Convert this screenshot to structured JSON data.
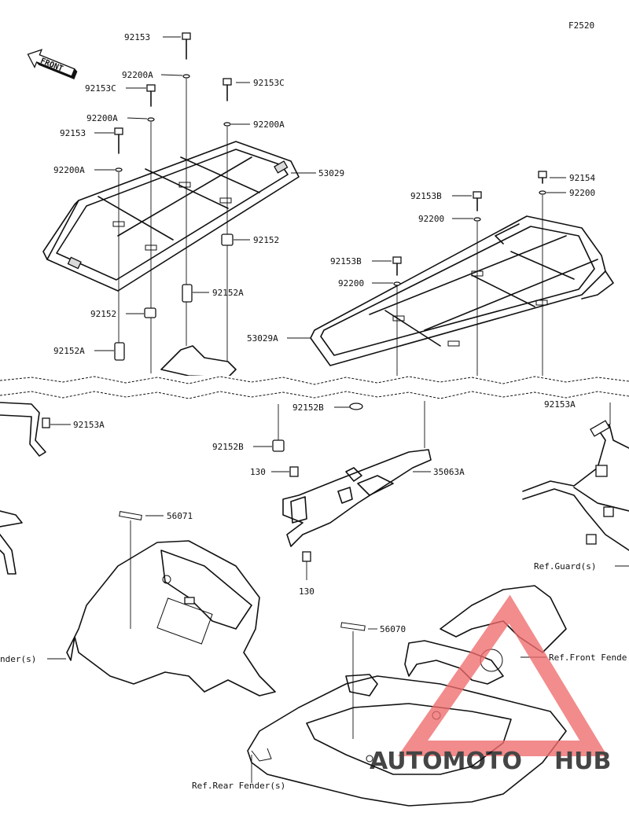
{
  "figure_code": "F2520",
  "front_label": "FRONT",
  "brand": {
    "part1": "AUTOMOTO",
    "part2": "HUB",
    "color1": "#f2a98a",
    "color2": "#555555",
    "triangle_color": "#ef6b6b"
  },
  "labels": {
    "p92153_top": "92153",
    "p92200A_1": "92200A",
    "p92153C_left": "92153C",
    "p92153C_right": "92153C",
    "p92200A_2": "92200A",
    "p92200A_3": "92200A",
    "p92153_left": "92153",
    "p92200A_4": "92200A",
    "p53029": "53029",
    "p92152_right": "92152",
    "p92152A_mid": "92152A",
    "p92152_left": "92152",
    "p92152A_left": "92152A",
    "p92154": "92154",
    "p92200_r1": "92200",
    "p92153B_1": "92153B",
    "p92200_r2": "92200",
    "p92153B_2": "92153B",
    "p92200_r3": "92200",
    "p53029A": "53029A",
    "p92153A": "92153A",
    "p92152B_1": "92152B",
    "p92152B_2": "92152B",
    "p130_1": "130",
    "p35063A": "35063A",
    "p130_2": "130",
    "p56071": "56071",
    "p56070": "56070",
    "ref_guard": "Ref.Guard(s)",
    "ref_fender_left": "nder(s)",
    "ref_front_fender": "Ref.Front Fende",
    "ref_rear_fender": "Ref.Rear Fender(s)",
    "cut_label": "92153A"
  }
}
